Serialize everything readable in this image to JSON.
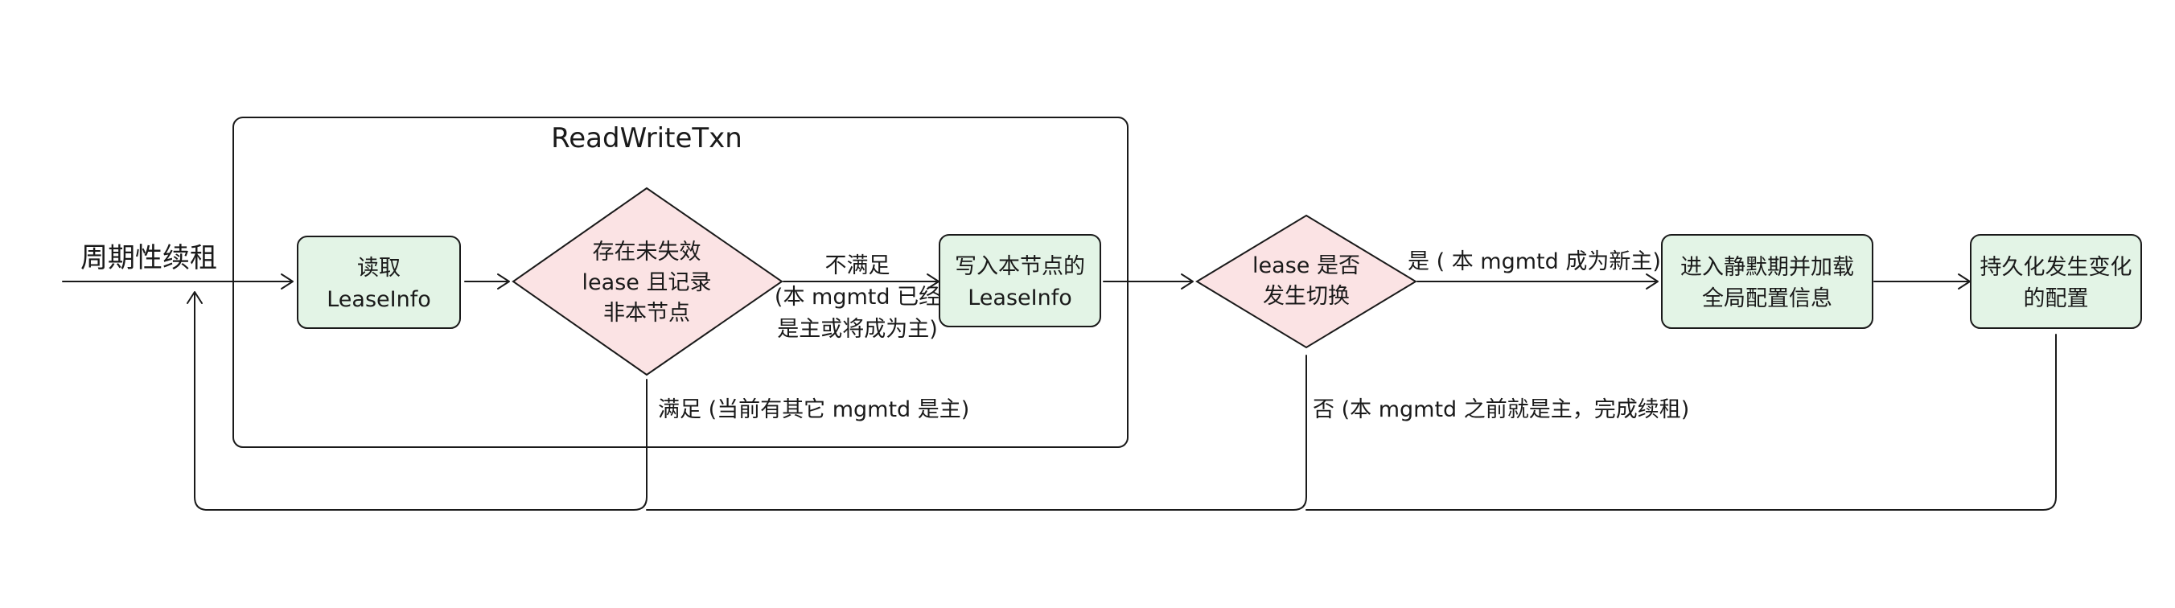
{
  "colors": {
    "process_fill": "#e3f4e6",
    "decision_fill": "#fbe3e4",
    "stroke": "#1a1a1a"
  },
  "container": {
    "title": "ReadWriteTxn"
  },
  "start": {
    "label": "周期性续租"
  },
  "nodes": {
    "read_lease": [
      "读取",
      "LeaseInfo"
    ],
    "check_lease": [
      "存在未失效",
      "lease 且记录",
      "非本节点"
    ],
    "write_lease": [
      "写入本节点的",
      "LeaseInfo"
    ],
    "switch_check": [
      "lease 是否",
      "发生切换"
    ],
    "enter_quiet": [
      "进入静默期并加载",
      "全局配置信息"
    ],
    "persist_config": [
      "持久化发生变化",
      "的配置"
    ]
  },
  "edges": {
    "not_satisfied": [
      "不满足",
      "(本 mgmtd 已经",
      "是主或将成为主)"
    ],
    "satisfied": "满足 (当前有其它 mgmtd 是主)",
    "yes_switch": "是 ( 本 mgmtd 成为新主)",
    "no_switch": "否 (本 mgmtd 之前就是主，完成续租)"
  }
}
